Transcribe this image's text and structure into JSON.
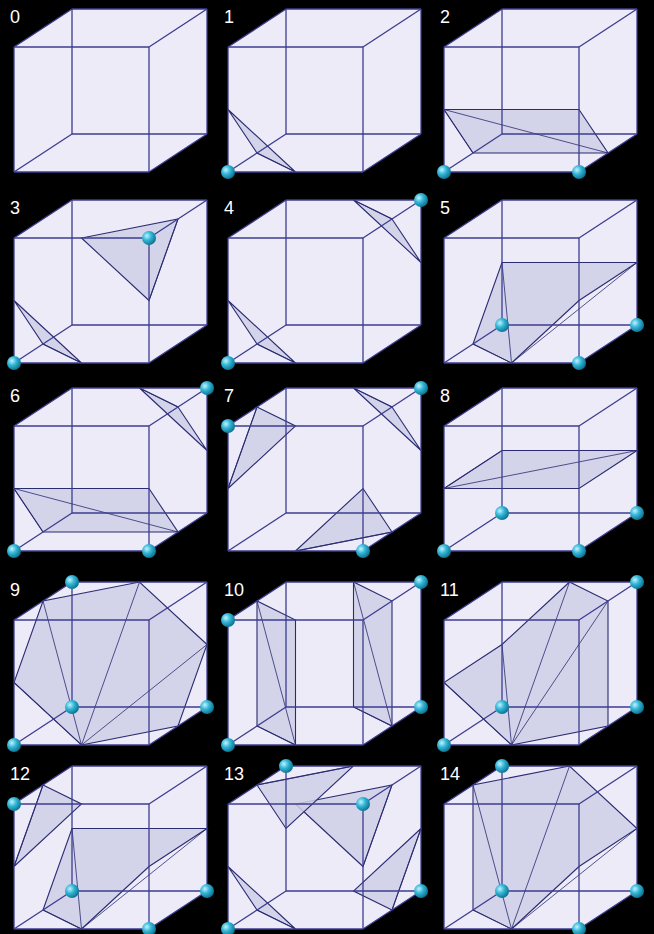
{
  "diagram": {
    "labels": [
      "0",
      "1",
      "2",
      "3",
      "4",
      "5",
      "6",
      "7",
      "8",
      "9",
      "10",
      "11",
      "12",
      "13",
      "14"
    ]
  }
}
